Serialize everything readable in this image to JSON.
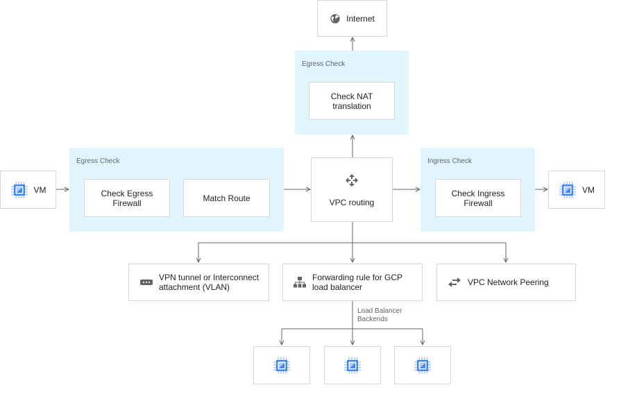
{
  "internet": {
    "label": "Internet",
    "icon": "globe-icon"
  },
  "nat_panel": {
    "title": "Egress Check",
    "box": "Check NAT\ntranslation"
  },
  "egress_panel": {
    "title": "Egress Check",
    "firewall": "Check Egress\nFirewall",
    "route": "Match Route"
  },
  "ingress_panel": {
    "title": "Ingress Check",
    "firewall": "Check Ingress\nFirewall"
  },
  "vpc": {
    "label": "VPC routing",
    "icon": "routing-arrows-icon"
  },
  "vm_left": {
    "label": "VM",
    "icon": "chip-icon"
  },
  "vm_right": {
    "label": "VM",
    "icon": "chip-icon"
  },
  "destinations": {
    "vpn": {
      "label": "VPN tunnel or Interconnect\nattachment (VLAN)",
      "icon": "vpn-icon"
    },
    "lb": {
      "label": "Forwarding rule for GCP\nload balancer",
      "icon": "load-balancer-icon"
    },
    "peering": {
      "label": "VPC Network Peering",
      "icon": "peering-arrows-icon"
    }
  },
  "backends": {
    "label": "Load Balancer\nBackends",
    "icon": "chip-icon"
  },
  "colors": {
    "panel": "#e1f5fe",
    "chip": "#4285f4",
    "chip_light": "#aecbfa",
    "line": "#5f6368",
    "border": "#d6d6d6"
  }
}
